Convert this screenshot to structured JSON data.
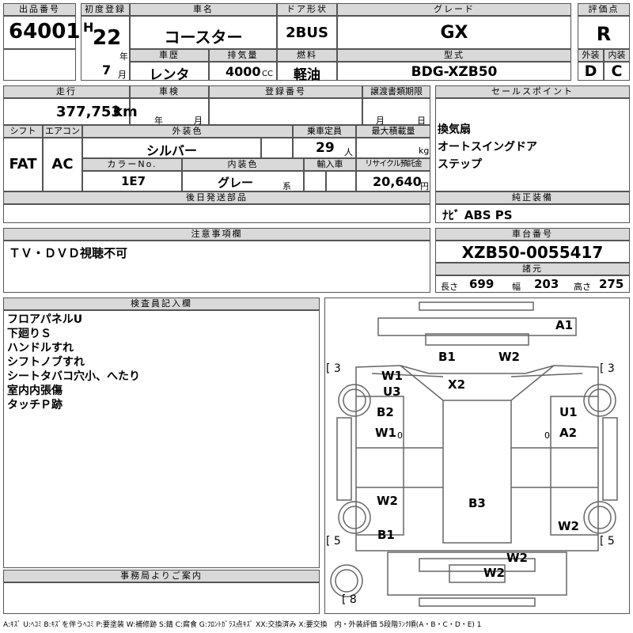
{
  "top": {
    "lot_label": "出品番号",
    "lot": "64001",
    "first_reg_label": "初度登録",
    "era": "H",
    "reg_year": "22",
    "year_unit": "年",
    "reg_month": "7",
    "month_unit": "月",
    "car_name_label": "車名",
    "car_name": "コースター",
    "door_label": "ドア形状",
    "door": "2BUS",
    "grade_label": "グレード",
    "grade": "GX",
    "score_label": "評価点",
    "score": "R",
    "history_label": "車歴",
    "history": "レンタ",
    "displacement_label": "排気量",
    "displacement": "4000",
    "cc": "CC",
    "fuel_label": "燃料",
    "fuel": "軽油",
    "model_label": "型式",
    "model": "BDG-XZB50",
    "ext_label": "外装",
    "ext": "D",
    "int_label": "内装",
    "int": "C"
  },
  "mid": {
    "mileage_label": "走行",
    "mileage": "377,753",
    "km": "km",
    "inspect_label": "車検",
    "year_unit": "年",
    "month_unit": "月",
    "regno_label": "登録番号",
    "transfer_label": "譲渡書類期限",
    "day_unit": "日",
    "sales_label": "セールスポイント",
    "sales": [
      "換気扇",
      "オートスイングドア",
      "ステップ"
    ],
    "shift_label": "シフト",
    "shift": "FAT",
    "ac_label": "エアコン",
    "ac": "AC",
    "color_label": "外装色",
    "color": "シルバー",
    "capacity_label": "乗車定員",
    "capacity": "29",
    "person_unit": "人",
    "maxload_label": "最大積載量",
    "kg": "kg",
    "colorno_label": "カラーNo.",
    "colorno": "1E7",
    "intcolor_label": "内装色",
    "intcolor": "グレー",
    "kei": "系",
    "import_label": "輸入車",
    "recycle_label": "リサイクル預託金",
    "recycle": "20,640",
    "yen": "円",
    "later_label": "後日発送部品",
    "equip_label": "純正装備",
    "equip": "ﾅﾋﾞ ABS PS"
  },
  "notes": {
    "caution_label": "注意事項欄",
    "caution": "ＴＶ・ＤＶＤ視聴不可",
    "vin_label": "車台番号",
    "vin": "XZB50-0055417",
    "spec_label": "諸元",
    "length_label": "長さ",
    "length": "699",
    "width_label": "幅",
    "width": "203",
    "height_label": "高さ",
    "height": "275"
  },
  "inspector": {
    "label": "検査員記入欄",
    "lines": [
      "フロアパネルU",
      "下廻りＳ",
      "ハンドルすれ",
      "シフトノブすれ",
      "シートタバコ穴小、へたり",
      "室内内張傷",
      "タッチＰ跡"
    ]
  },
  "office": {
    "label": "事務局よりご案内"
  },
  "diagram": {
    "labels": [
      {
        "t": "A1"
      },
      {
        "t": "B1"
      },
      {
        "t": "W2"
      },
      {
        "t": "W1"
      },
      {
        "t": "X2"
      },
      {
        "t": "U3"
      },
      {
        "t": "B2"
      },
      {
        "t": "U1"
      },
      {
        "t": "W1"
      },
      {
        "t": "A2"
      },
      {
        "t": "W2"
      },
      {
        "t": "B3"
      },
      {
        "t": "W2"
      },
      {
        "t": "B1"
      },
      {
        "t": "W2"
      },
      {
        "t": "W2"
      }
    ],
    "brackets": [
      {
        "t": "[ 3"
      },
      {
        "t": "[ 3"
      },
      {
        "t": "[ 5"
      },
      {
        "t": "[ 5"
      },
      {
        "t": "[ 8"
      }
    ],
    "zeros": [
      "0",
      "0"
    ]
  },
  "legend": "A:ｷｽﾞ U:ﾍｺﾐ B:ｷｽﾞを伴うﾍｺﾐ P:要塗装 W:補修跡 S:錆 C:腐食 G:ﾌﾛﾝﾄｶﾞﾗｽ点ｷｽﾞ XX:交換済み X:要交換　内・外装評価 5段階ﾗﾝｸ順(A・B・C・D・E) 1"
}
